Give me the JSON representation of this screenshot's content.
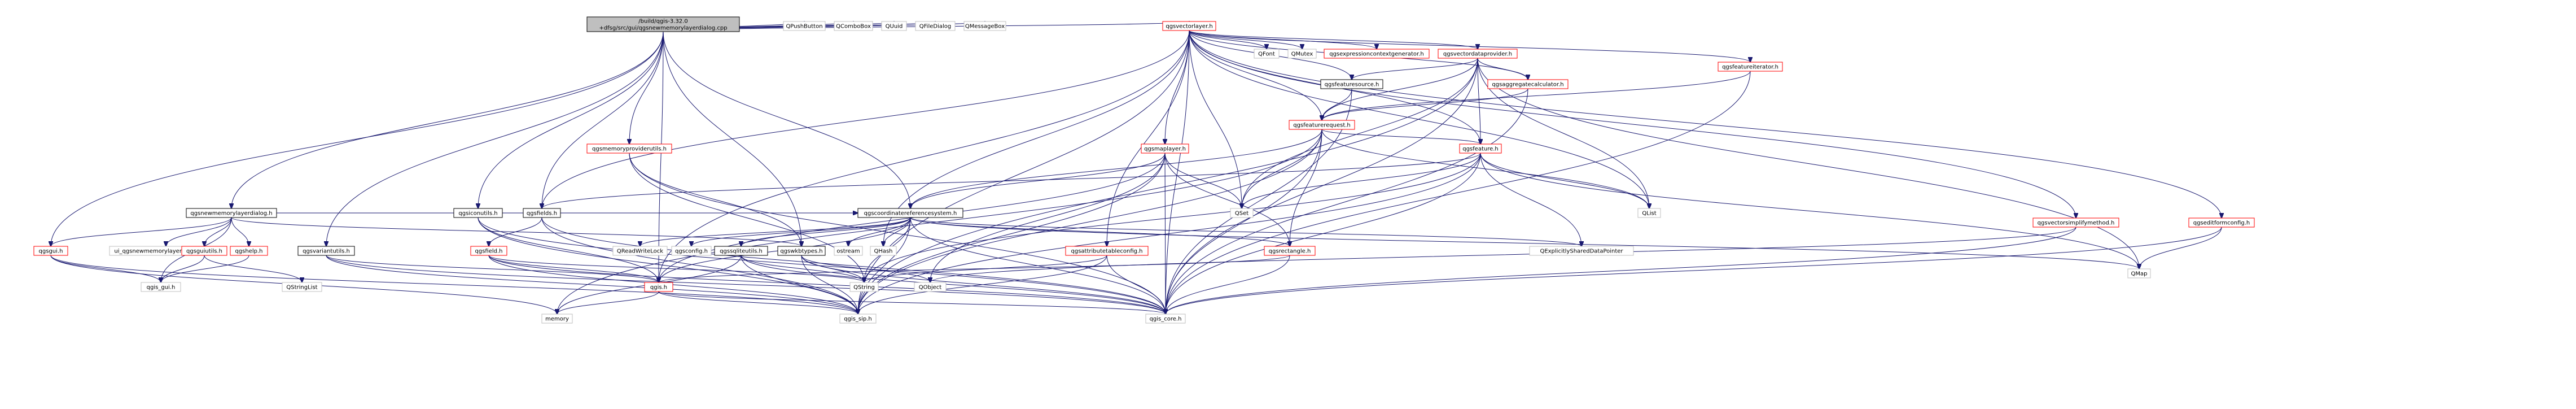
{
  "graph": {
    "nodes": [
      {
        "id": "root",
        "lines": [
          "/build/qgis-3.32.0",
          "+dfsg/src/gui/qgsnewmemorylayerdialog.cpp"
        ],
        "style": "root"
      },
      {
        "id": "qpushbutton",
        "lines": [
          "QPushButton"
        ],
        "style": "gray"
      },
      {
        "id": "qcombobox",
        "lines": [
          "QComboBox"
        ],
        "style": "gray"
      },
      {
        "id": "quuid",
        "lines": [
          "QUuid"
        ],
        "style": "gray"
      },
      {
        "id": "qfiledialog",
        "lines": [
          "QFileDialog"
        ],
        "style": "gray"
      },
      {
        "id": "qmessagebox",
        "lines": [
          "QMessageBox"
        ],
        "style": "gray"
      },
      {
        "id": "qgsvectorlayer",
        "lines": [
          "qgsvectorlayer.h"
        ],
        "style": "red"
      },
      {
        "id": "qfont",
        "lines": [
          "QFont"
        ],
        "style": "gray"
      },
      {
        "id": "qmutex",
        "lines": [
          "QMutex"
        ],
        "style": "gray"
      },
      {
        "id": "qgsexpressioncontextgenerator",
        "lines": [
          "qgsexpressioncontextgenerator.h"
        ],
        "style": "red"
      },
      {
        "id": "qgsvectordataprovider",
        "lines": [
          "qgsvectordataprovider.h"
        ],
        "style": "red"
      },
      {
        "id": "qgsfeatureiterator",
        "lines": [
          "qgsfeatureiterator.h"
        ],
        "style": "red"
      },
      {
        "id": "qgsvectorsimplifymethod",
        "lines": [
          "qgsvectorsimplifymethod.h"
        ],
        "style": "red"
      },
      {
        "id": "qgseditformconfig",
        "lines": [
          "qgseditformconfig.h"
        ],
        "style": "red"
      },
      {
        "id": "qgsfeaturesource",
        "lines": [
          "qgsfeaturesource.h"
        ],
        "style": "black"
      },
      {
        "id": "qgsaggregatecalculator",
        "lines": [
          "qgsaggregatecalculator.h"
        ],
        "style": "red"
      },
      {
        "id": "qgsfeaturerequest",
        "lines": [
          "qgsfeaturerequest.h"
        ],
        "style": "red"
      },
      {
        "id": "qgsmaplayer",
        "lines": [
          "qgsmaplayer.h"
        ],
        "style": "red"
      },
      {
        "id": "qgsfeature",
        "lines": [
          "qgsfeature.h"
        ],
        "style": "red"
      },
      {
        "id": "qgsmemoryproviderutils",
        "lines": [
          "qgsmemoryproviderutils.h"
        ],
        "style": "red"
      },
      {
        "id": "qgsnewmemorylayerdialog",
        "lines": [
          "qgsnewmemorylayerdialog.h"
        ],
        "style": "black"
      },
      {
        "id": "qgsiconutils",
        "lines": [
          "qgsiconutils.h"
        ],
        "style": "black"
      },
      {
        "id": "qgsfields",
        "lines": [
          "qgsfields.h"
        ],
        "style": "black"
      },
      {
        "id": "qgscoordinatereferencesystem",
        "lines": [
          "qgscoordinatereferencesystem.h"
        ],
        "style": "black"
      },
      {
        "id": "qset",
        "lines": [
          "QSet"
        ],
        "style": "gray"
      },
      {
        "id": "qlist",
        "lines": [
          "QList"
        ],
        "style": "gray"
      },
      {
        "id": "qgsgui",
        "lines": [
          "qgsgui.h"
        ],
        "style": "red"
      },
      {
        "id": "ui_dialogbase",
        "lines": [
          "ui_qgsnewmemorylayerdialogbase.h"
        ],
        "style": "gray"
      },
      {
        "id": "qgsguiutils",
        "lines": [
          "qgsguiutils.h"
        ],
        "style": "red"
      },
      {
        "id": "qgshelp",
        "lines": [
          "qgshelp.h"
        ],
        "style": "red"
      },
      {
        "id": "qgsvariantutils",
        "lines": [
          "qgsvariantutils.h"
        ],
        "style": "black"
      },
      {
        "id": "qgsfield",
        "lines": [
          "qgsfield.h"
        ],
        "style": "red"
      },
      {
        "id": "qreadwritelock",
        "lines": [
          "QReadWriteLock"
        ],
        "style": "gray"
      },
      {
        "id": "qgsconfig",
        "lines": [
          "qgsconfig.h"
        ],
        "style": "gray"
      },
      {
        "id": "qgssqliteutils",
        "lines": [
          "qgssqliteutils.h"
        ],
        "style": "black"
      },
      {
        "id": "qgswkbtypes",
        "lines": [
          "qgswkbtypes.h"
        ],
        "style": "black"
      },
      {
        "id": "ostream",
        "lines": [
          "ostream"
        ],
        "style": "gray"
      },
      {
        "id": "qhash",
        "lines": [
          "QHash"
        ],
        "style": "gray"
      },
      {
        "id": "qgsattributetableconfig",
        "lines": [
          "qgsattributetableconfig.h"
        ],
        "style": "red"
      },
      {
        "id": "qgsrectangle",
        "lines": [
          "qgsrectangle.h"
        ],
        "style": "red"
      },
      {
        "id": "qexplicitlyshareddatapointer",
        "lines": [
          "QExplicitlySharedDataPointer"
        ],
        "style": "gray"
      },
      {
        "id": "qmap",
        "lines": [
          "QMap"
        ],
        "style": "gray"
      },
      {
        "id": "qgis_gui",
        "lines": [
          "qgis_gui.h"
        ],
        "style": "gray"
      },
      {
        "id": "qstringlist",
        "lines": [
          "QStringList"
        ],
        "style": "gray"
      },
      {
        "id": "qgis",
        "lines": [
          "qgis.h"
        ],
        "style": "red"
      },
      {
        "id": "qstring",
        "lines": [
          "QString"
        ],
        "style": "gray"
      },
      {
        "id": "qobject",
        "lines": [
          "QObject"
        ],
        "style": "gray"
      },
      {
        "id": "memory",
        "lines": [
          "memory"
        ],
        "style": "gray"
      },
      {
        "id": "qgis_sip",
        "lines": [
          "qgis_sip.h"
        ],
        "style": "gray"
      },
      {
        "id": "qgis_core",
        "lines": [
          "qgis_core.h"
        ],
        "style": "gray"
      }
    ],
    "edges": [
      [
        "root",
        "qpushbutton"
      ],
      [
        "root",
        "qcombobox"
      ],
      [
        "root",
        "quuid"
      ],
      [
        "root",
        "qfiledialog"
      ],
      [
        "root",
        "qmessagebox"
      ],
      [
        "root",
        "qgsvectorlayer"
      ],
      [
        "root",
        "qgsnewmemorylayerdialog"
      ],
      [
        "root",
        "qgsiconutils"
      ],
      [
        "root",
        "qgsfields"
      ],
      [
        "root",
        "qgsmemoryproviderutils"
      ],
      [
        "root",
        "qgscoordinatereferencesystem"
      ],
      [
        "root",
        "qgsgui"
      ],
      [
        "root",
        "qgsvariantutils"
      ],
      [
        "root",
        "qgis"
      ],
      [
        "root",
        "qgswkbtypes"
      ],
      [
        "qgsvectorlayer",
        "qfont"
      ],
      [
        "qgsvectorlayer",
        "qmutex"
      ],
      [
        "qgsvectorlayer",
        "qgsexpressioncontextgenerator"
      ],
      [
        "qgsvectorlayer",
        "qgsvectordataprovider"
      ],
      [
        "qgsvectorlayer",
        "qgsfeatureiterator"
      ],
      [
        "qgsvectorlayer",
        "qgsvectorsimplifymethod"
      ],
      [
        "qgsvectorlayer",
        "qgseditformconfig"
      ],
      [
        "qgsvectorlayer",
        "qgsfeaturesource"
      ],
      [
        "qgsvectorlayer",
        "qgsaggregatecalculator"
      ],
      [
        "qgsvectorlayer",
        "qgsfeaturerequest"
      ],
      [
        "qgsvectorlayer",
        "qgsmaplayer"
      ],
      [
        "qgsvectorlayer",
        "qgsfeature"
      ],
      [
        "qgsvectorlayer",
        "qset"
      ],
      [
        "qgsvectorlayer",
        "qlist"
      ],
      [
        "qgsvectorlayer",
        "qgsattributetableconfig"
      ],
      [
        "qgsvectorlayer",
        "qgsfields"
      ],
      [
        "qgsvectorlayer",
        "qgis"
      ],
      [
        "qgsvectorlayer",
        "qgis_sip"
      ],
      [
        "qgsvectorlayer",
        "qgis_core"
      ],
      [
        "qgsvectorlayer",
        "qhash"
      ],
      [
        "qgsvectordataprovider",
        "qgsfeaturesource"
      ],
      [
        "qgsvectordataprovider",
        "qgsaggregatecalculator"
      ],
      [
        "qgsvectordataprovider",
        "qgsfeaturerequest"
      ],
      [
        "qgsvectordataprovider",
        "qgsfeature"
      ],
      [
        "qgsvectordataprovider",
        "qset"
      ],
      [
        "qgsvectordataprovider",
        "qlist"
      ],
      [
        "qgsvectordataprovider",
        "qmap"
      ],
      [
        "qgsvectordataprovider",
        "qgis_core"
      ],
      [
        "qgsvectordataprovider",
        "qgis_sip"
      ],
      [
        "qgsfeatureiterator",
        "qgsfeaturerequest"
      ],
      [
        "qgsfeatureiterator",
        "qgis_core"
      ],
      [
        "qgsvectorsimplifymethod",
        "qobject"
      ],
      [
        "qgsvectorsimplifymethod",
        "qgis_core"
      ],
      [
        "qgseditformconfig",
        "qmap"
      ],
      [
        "qgseditformconfig",
        "qgis_core"
      ],
      [
        "qgsfeaturesource",
        "qgsfeaturerequest"
      ],
      [
        "qgsfeaturesource",
        "qgis_core"
      ],
      [
        "qgsaggregatecalculator",
        "qgsfeaturerequest"
      ],
      [
        "qgsaggregatecalculator",
        "qgis_core"
      ],
      [
        "qgsfeaturerequest",
        "qgsfeature"
      ],
      [
        "qgsfeaturerequest",
        "qgscoordinatereferencesystem"
      ],
      [
        "qgsfeaturerequest",
        "qgsrectangle"
      ],
      [
        "qgsfeaturerequest",
        "qset"
      ],
      [
        "qgsfeaturerequest",
        "qlist"
      ],
      [
        "qgsfeaturerequest",
        "memory"
      ],
      [
        "qgsfeaturerequest",
        "qgis_core"
      ],
      [
        "qgsfeaturerequest",
        "qgis_sip"
      ],
      [
        "qgsmaplayer",
        "qgscoordinatereferencesystem"
      ],
      [
        "qgsmaplayer",
        "qgsrectangle"
      ],
      [
        "qgsmaplayer",
        "qset"
      ],
      [
        "qgsmaplayer",
        "qobject"
      ],
      [
        "qgsmaplayer",
        "qgis_core"
      ],
      [
        "qgsmaplayer",
        "qgis_sip"
      ],
      [
        "qgsmaplayer",
        "qgis"
      ],
      [
        "qgsfeature",
        "qgsfields"
      ],
      [
        "qgsfeature",
        "qset"
      ],
      [
        "qgsfeature",
        "qlist"
      ],
      [
        "qgsfeature",
        "qmap"
      ],
      [
        "qgsfeature",
        "qexplicitlyshareddatapointer"
      ],
      [
        "qgsfeature",
        "qgis_core"
      ],
      [
        "qgsfeature",
        "qgis_sip"
      ],
      [
        "qgsfeature",
        "qstring"
      ],
      [
        "qgsmemoryproviderutils",
        "qgswkbtypes"
      ],
      [
        "qgsmemoryproviderutils",
        "qgis_core"
      ],
      [
        "qgsmemoryproviderutils",
        "qstring"
      ],
      [
        "qgsnewmemorylayerdialog",
        "qgsgui"
      ],
      [
        "qgsnewmemorylayerdialog",
        "ui_dialogbase"
      ],
      [
        "qgsnewmemorylayerdialog",
        "qgsguiutils"
      ],
      [
        "qgsnewmemorylayerdialog",
        "qgshelp"
      ],
      [
        "qgsnewmemorylayerdialog",
        "qgswkbtypes"
      ],
      [
        "qgsnewmemorylayerdialog",
        "qgscoordinatereferencesystem"
      ],
      [
        "qgsnewmemorylayerdialog",
        "qgis_gui"
      ],
      [
        "qgsiconutils",
        "qgis_core"
      ],
      [
        "qgsiconutils",
        "qgis_sip"
      ],
      [
        "qgsiconutils",
        "qgis"
      ],
      [
        "qgsfields",
        "qgsfield"
      ],
      [
        "qgsfields",
        "qgis_core"
      ],
      [
        "qgsfields",
        "qgis_sip"
      ],
      [
        "qgscoordinatereferencesystem",
        "qreadwritelock"
      ],
      [
        "qgscoordinatereferencesystem",
        "qgsconfig"
      ],
      [
        "qgscoordinatereferencesystem",
        "qgssqliteutils"
      ],
      [
        "qgscoordinatereferencesystem",
        "qgsrectangle"
      ],
      [
        "qgscoordinatereferencesystem",
        "ostream"
      ],
      [
        "qgscoordinatereferencesystem",
        "qhash"
      ],
      [
        "qgscoordinatereferencesystem",
        "qexplicitlyshareddatapointer"
      ],
      [
        "qgscoordinatereferencesystem",
        "qgis_core"
      ],
      [
        "qgscoordinatereferencesystem",
        "qgis_sip"
      ],
      [
        "qgscoordinatereferencesystem",
        "qgis"
      ],
      [
        "qgscoordinatereferencesystem",
        "qmap"
      ],
      [
        "qgscoordinatereferencesystem",
        "qstring"
      ],
      [
        "qgsgui",
        "qgis_gui"
      ],
      [
        "qgsgui",
        "qgis_sip"
      ],
      [
        "qgsgui",
        "memory"
      ],
      [
        "qgsguiutils",
        "qgis_gui"
      ],
      [
        "qgsguiutils",
        "qstringlist"
      ],
      [
        "qgshelp",
        "qgis_gui"
      ],
      [
        "qgsvariantutils",
        "qgis"
      ],
      [
        "qgsvariantutils",
        "qgis_core"
      ],
      [
        "qgsvariantutils",
        "qgis_sip"
      ],
      [
        "qgsfield",
        "qgis"
      ],
      [
        "qgsfield",
        "qgis_core"
      ],
      [
        "qgsfield",
        "qgis_sip"
      ],
      [
        "qgsfield",
        "qstring"
      ],
      [
        "qgssqliteutils",
        "qgis_core"
      ],
      [
        "qgssqliteutils",
        "qgis_sip"
      ],
      [
        "qgssqliteutils",
        "qstring"
      ],
      [
        "qgssqliteutils",
        "memory"
      ],
      [
        "qgswkbtypes",
        "qobject"
      ],
      [
        "qgswkbtypes",
        "qstring"
      ],
      [
        "qgswkbtypes",
        "qgis_core"
      ],
      [
        "qgswkbtypes",
        "qgis_sip"
      ],
      [
        "qgsattributetableconfig",
        "qgis_core"
      ],
      [
        "qgsattributetableconfig",
        "qgis_sip"
      ],
      [
        "qgsattributetableconfig",
        "qstring"
      ],
      [
        "qgsrectangle",
        "qgis_core"
      ],
      [
        "qgsrectangle",
        "qgis"
      ],
      [
        "qgis",
        "qgis_sip"
      ],
      [
        "qgis",
        "qgis_core"
      ],
      [
        "qgis",
        "memory"
      ]
    ]
  }
}
